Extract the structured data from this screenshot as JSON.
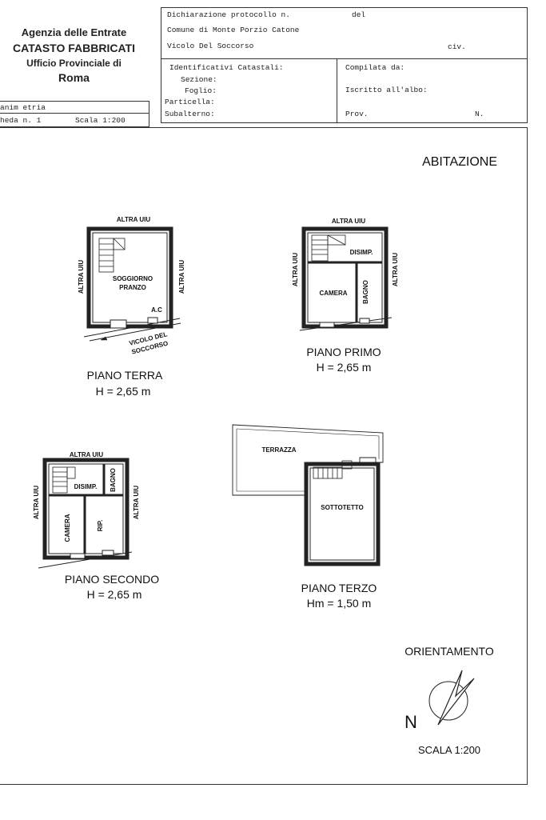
{
  "agency": {
    "line1": "Agenzia delle Entrate",
    "line2": "CATASTO FABBRICATI",
    "line3": "Ufficio Provinciale di",
    "line4": "Roma"
  },
  "plan_box": {
    "label": "anim etria",
    "scheda": "heda n. 1",
    "scala": "Scala 1:200"
  },
  "header": {
    "dichiarazione": "Dichiarazione protocollo n.",
    "del": "del",
    "comune": "Comune di Monte Porzio Catone",
    "indirizzo": "Vicolo Del Soccorso",
    "civ": "civ.",
    "identificativi": "Identificativi Catastali:",
    "sezione": "Sezione:",
    "foglio": "Foglio:",
    "particella": "Particella:",
    "subalterno": "Subalterno:",
    "compilata": "Compilata da:",
    "iscritto": "Iscritto all'albo:",
    "prov": "Prov.",
    "n": "N."
  },
  "drawing": {
    "title": "ABITAZIONE",
    "terra": {
      "caption": "PIANO TERRA",
      "height": "H = 2,65 m",
      "top": "ALTRA UIU",
      "left": "ALTRA UIU",
      "right": "ALTRA UIU",
      "room1": "SOGGIORNO",
      "room2": "PRANZO",
      "ac": "A.C",
      "street1": "VICOLO DEL",
      "street2": "SOCCORSO"
    },
    "primo": {
      "caption": "PIANO PRIMO",
      "height": "H = 2,65 m",
      "top": "ALTRA UIU",
      "left": "ALTRA UIU",
      "right": "ALTRA UIU",
      "disimp": "DISIMP.",
      "camera": "CAMERA",
      "bagno": "BAGNO"
    },
    "secondo": {
      "caption": "PIANO SECONDO",
      "height": "H = 2,65 m",
      "top": "ALTRA UIU",
      "left": "ALTRA UIU",
      "right": "ALTRA UIU",
      "disimp": "DISIMP.",
      "bagno": "BAGNO",
      "camera": "CAMERA",
      "rip": "RIP."
    },
    "terzo": {
      "caption": "PIANO TERZO",
      "height": "Hm = 1,50 m",
      "terrazza": "TERRAZZA",
      "sottotetto": "SOTTOTETTO"
    },
    "orientamento": "ORIENTAMENTO",
    "north": "N",
    "scala": "SCALA 1:200"
  }
}
